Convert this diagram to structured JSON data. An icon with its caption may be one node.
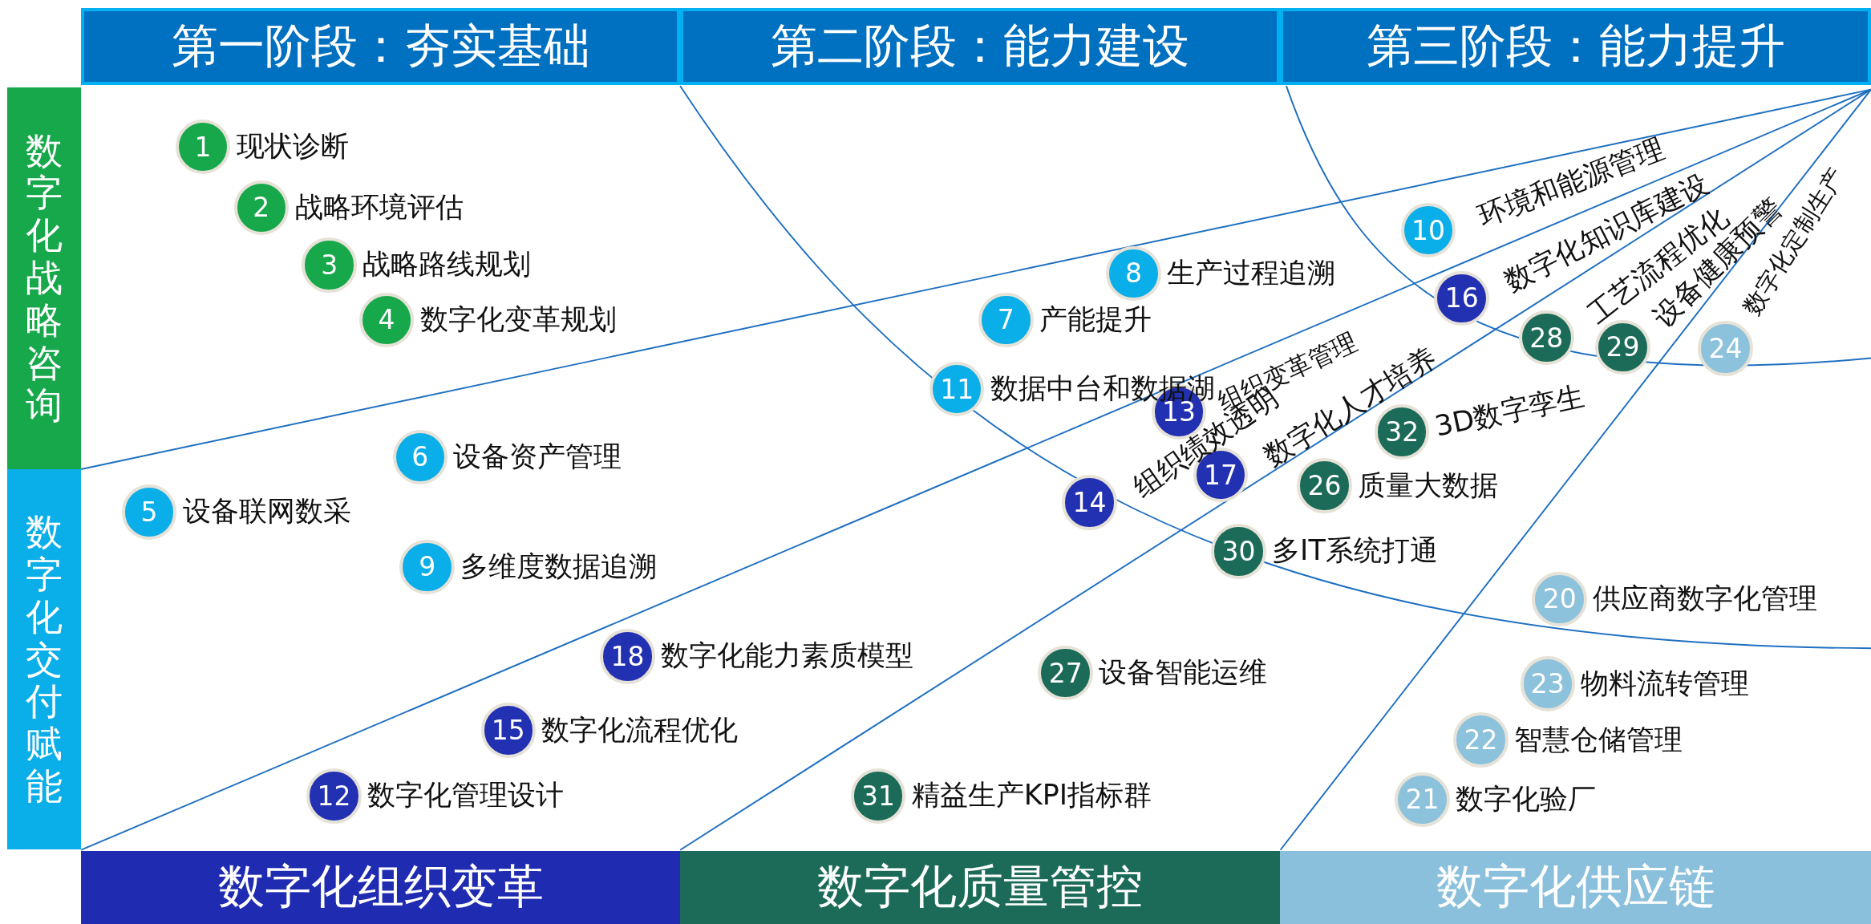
{
  "diagram": {
    "nodes": [
      {
        "text": [
          "第一阶段：夯实基础"
        ]
      },
      {
        "text": [
          "第二阶段：能力建设"
        ]
      },
      {
        "text": [
          "第三阶段：能力提升"
        ]
      },
      {
        "text": [
          "数字化战略咨询"
        ]
      },
      {
        "text": [
          "数字化交付赋能"
        ]
      },
      {
        "text": [
          "1"
        ],
        "beside": [
          "现状诊断"
        ]
      },
      {
        "text": [
          "2"
        ],
        "beside": [
          "战略环境评估"
        ]
      },
      {
        "text": [
          "3"
        ],
        "beside": [
          "战略路线规划"
        ]
      },
      {
        "text": [
          "4"
        ],
        "beside": [
          "数字化变革规划"
        ]
      },
      {
        "text": [
          "5"
        ],
        "beside": [
          "设备联网数采"
        ]
      },
      {
        "text": [
          "6"
        ],
        "beside": [
          "设备资产管理"
        ]
      },
      {
        "text": [
          "7"
        ],
        "beside": [
          "产能提升"
        ]
      },
      {
        "text": [
          "8"
        ],
        "beside": [
          "生产过程追溯"
        ]
      },
      {
        "text": [
          "9"
        ],
        "beside": [
          "多维度数据追溯"
        ]
      },
      {
        "text": [
          "10"
        ],
        "beside": [
          "环境和能源管理"
        ]
      },
      {
        "text": [
          "11"
        ],
        "beside": [
          "数据中台和数据湖"
        ]
      },
      {
        "text": [
          "12"
        ],
        "beside": [
          "数字化管理设计"
        ]
      },
      {
        "text": [
          "13"
        ],
        "beside": [
          "组织变革管理"
        ]
      },
      {
        "text": [
          "14"
        ]
      },
      {
        "text": [
          "15"
        ],
        "beside": [
          "数字化流程优化"
        ]
      },
      {
        "text": [
          "16"
        ],
        "beside": [
          "数字化知识库建设"
        ]
      },
      {
        "text": [
          "17"
        ],
        "beside": [
          "数字化人才培养"
        ]
      },
      {
        "text": [
          "18"
        ],
        "beside": [
          "数字化能力素质模型"
        ]
      },
      {
        "text": [
          "20"
        ],
        "beside": [
          "供应商数字化管理"
        ]
      },
      {
        "text": [
          "21"
        ],
        "beside": [
          "数字化验厂"
        ]
      },
      {
        "text": [
          "22"
        ],
        "beside": [
          "智慧仓储管理"
        ]
      },
      {
        "text": [
          "23"
        ],
        "beside": [
          "物料流转管理"
        ]
      },
      {
        "text": [
          "24"
        ],
        "beside": [
          "数字化定制生产"
        ]
      },
      {
        "text": [
          "26"
        ],
        "beside": [
          "质量大数据"
        ]
      },
      {
        "text": [
          "27"
        ],
        "beside": [
          "设备智能运维"
        ]
      },
      {
        "text": [
          "28"
        ],
        "beside": [
          "工艺流程优化"
        ]
      },
      {
        "text": [
          "29"
        ],
        "beside": [
          "设备健康预警"
        ]
      },
      {
        "text": [
          "30"
        ],
        "beside": [
          "多IT系统打通"
        ]
      },
      {
        "text": [
          "31"
        ],
        "beside": [
          "精益生产KPI指标群"
        ]
      },
      {
        "text": [
          "32"
        ],
        "beside": [
          "3D数字孪生"
        ]
      },
      {
        "text": [
          "数字化组织变革"
        ]
      },
      {
        "text": [
          "数字化质量管控"
        ]
      },
      {
        "text": [
          "数字化供应链"
        ]
      }
    ],
    "labels": [
      "组织绩效透明"
    ]
  }
}
